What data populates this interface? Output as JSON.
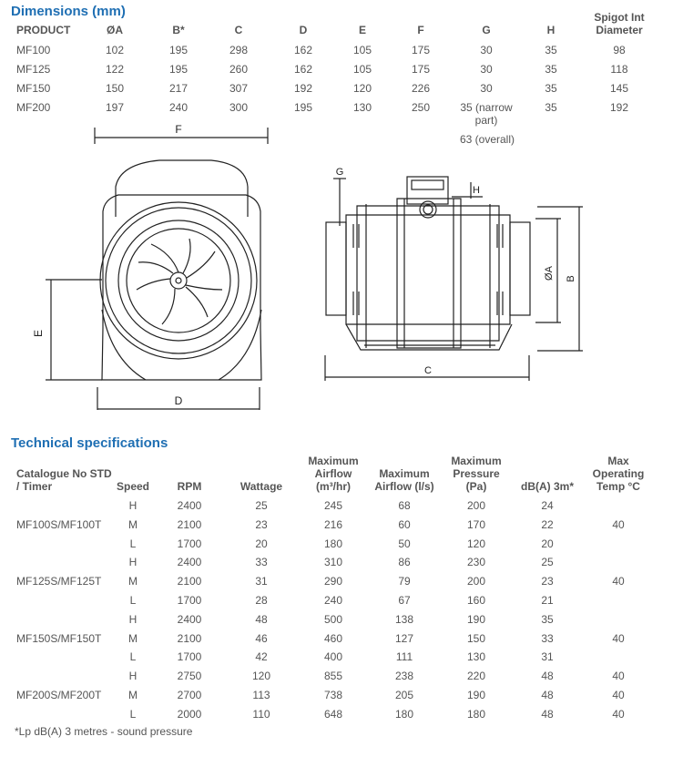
{
  "dimensions": {
    "title": "Dimensions (mm)",
    "headers": [
      "PRODUCT",
      "ØA",
      "B*",
      "C",
      "D",
      "E",
      "F",
      "G",
      "H",
      "Spigot Int Diameter"
    ],
    "rows": [
      [
        "MF100",
        "102",
        "195",
        "298",
        "162",
        "105",
        "175",
        "30",
        "35",
        "98"
      ],
      [
        "MF125",
        "122",
        "195",
        "260",
        "162",
        "105",
        "175",
        "30",
        "35",
        "118"
      ],
      [
        "MF150",
        "150",
        "217",
        "307",
        "192",
        "120",
        "226",
        "30",
        "35",
        "145"
      ],
      [
        "MF200",
        "197",
        "240",
        "300",
        "195",
        "130",
        "250",
        "35 (narrow part)",
        "35",
        "192"
      ]
    ],
    "note_g": "63 (overall)"
  },
  "diagram_labels": {
    "f": "F",
    "e": "E",
    "d": "D",
    "g": "G",
    "h": "H",
    "a": "ØA",
    "b": "B",
    "c": "C"
  },
  "specs": {
    "title": "Technical specifications",
    "headers": {
      "catalogue": "Catalogue No STD / Timer",
      "speed": "Speed",
      "rpm": "RPM",
      "wattage": "Wattage",
      "max_airflow_m3": "Maximum Airflow (m³/hr)",
      "max_airflow_ls": "Maximum Airflow (l/s)",
      "max_pressure": "Maximum Pressure (Pa)",
      "dba": "dB(A) 3m*",
      "max_temp": "Max Operating Temp °C"
    },
    "groups": [
      {
        "catalogue": "MF100S/MF100T",
        "rows": [
          {
            "speed": "H",
            "rpm": "2400",
            "wattage": "25",
            "m3": "245",
            "ls": "68",
            "pa": "200",
            "dba": "24",
            "temp": ""
          },
          {
            "speed": "M",
            "rpm": "2100",
            "wattage": "23",
            "m3": "216",
            "ls": "60",
            "pa": "170",
            "dba": "22",
            "temp": "40"
          },
          {
            "speed": "L",
            "rpm": "1700",
            "wattage": "20",
            "m3": "180",
            "ls": "50",
            "pa": "120",
            "dba": "20",
            "temp": ""
          }
        ]
      },
      {
        "catalogue": "MF125S/MF125T",
        "rows": [
          {
            "speed": "H",
            "rpm": "2400",
            "wattage": "33",
            "m3": "310",
            "ls": "86",
            "pa": "230",
            "dba": "25",
            "temp": ""
          },
          {
            "speed": "M",
            "rpm": "2100",
            "wattage": "31",
            "m3": "290",
            "ls": "79",
            "pa": "200",
            "dba": "23",
            "temp": "40"
          },
          {
            "speed": "L",
            "rpm": "1700",
            "wattage": "28",
            "m3": "240",
            "ls": "67",
            "pa": "160",
            "dba": "21",
            "temp": ""
          }
        ]
      },
      {
        "catalogue": "MF150S/MF150T",
        "rows": [
          {
            "speed": "H",
            "rpm": "2400",
            "wattage": "48",
            "m3": "500",
            "ls": "138",
            "pa": "190",
            "dba": "35",
            "temp": ""
          },
          {
            "speed": "M",
            "rpm": "2100",
            "wattage": "46",
            "m3": "460",
            "ls": "127",
            "pa": "150",
            "dba": "33",
            "temp": "40"
          },
          {
            "speed": "L",
            "rpm": "1700",
            "wattage": "42",
            "m3": "400",
            "ls": "111",
            "pa": "130",
            "dba": "31",
            "temp": ""
          }
        ]
      },
      {
        "catalogue": "MF200S/MF200T",
        "rows": [
          {
            "speed": "H",
            "rpm": "2750",
            "wattage": "120",
            "m3": "855",
            "ls": "238",
            "pa": "220",
            "dba": "48",
            "temp": "40"
          },
          {
            "speed": "M",
            "rpm": "2700",
            "wattage": "113",
            "m3": "738",
            "ls": "205",
            "pa": "190",
            "dba": "48",
            "temp": "40"
          },
          {
            "speed": "L",
            "rpm": "2000",
            "wattage": "110",
            "m3": "648",
            "ls": "180",
            "pa": "180",
            "dba": "48",
            "temp": "40"
          }
        ]
      }
    ],
    "footnote": "*Lp dB(A) 3 metres - sound pressure"
  }
}
